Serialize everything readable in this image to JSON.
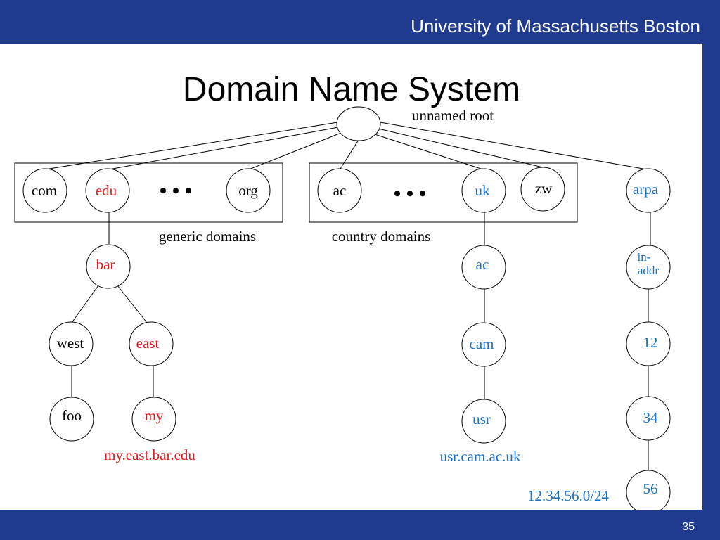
{
  "header": {
    "organization": "University of Massachusetts Boston"
  },
  "slide": {
    "title": "Domain Name System",
    "page_number": "35"
  },
  "colors": {
    "bar": "#1f3a8f",
    "red": "#e8141b",
    "blue": "#1a6fc9",
    "black": "#000000"
  },
  "diagram": {
    "root_label": "unnamed root",
    "ellipsis": "• • •",
    "group_labels": {
      "generic": "generic domains",
      "country": "country domains"
    },
    "nodes": {
      "com": "com",
      "edu": "edu",
      "org": "org",
      "ac": "ac",
      "uk": "uk",
      "zw": "zw",
      "arpa": "arpa",
      "bar": "bar",
      "west": "west",
      "east": "east",
      "foo": "foo",
      "my": "my",
      "uk_ac": "ac",
      "cam": "cam",
      "usr": "usr",
      "in_addr_1": "in-",
      "in_addr_2": "addr",
      "n12": "12",
      "n34": "34",
      "n56": "56"
    },
    "captions": {
      "edu_path": "my.east.bar.edu",
      "uk_path": "usr.cam.ac.uk",
      "arpa_path": "12.34.56.0/24"
    }
  }
}
